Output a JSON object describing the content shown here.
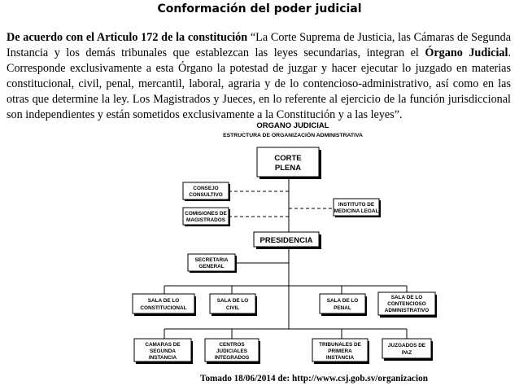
{
  "page": {
    "title": "Conformación del poder judicial",
    "paragraph": {
      "lead_bold": "De acuerdo con el Articulo 172 de la constitución",
      "text_1": " “La Corte Suprema de Justicia, las Cámaras de Segunda Instancia y los demás tribunales que establezcan las leyes secundarias, integran el ",
      "organo_bold": "Órgano Judicial",
      "text_2": ". Corresponde exclusivamente a esta Órgano la potestad de juzgar y hacer ejecutar lo juzgado en materias constitucional, civil, penal, mercantil, laboral, agraria y de lo contencioso-administrativo, así como en las otras que determine la ley. Los Magistrados y Jueces, en lo referente al ejercicio de la función jurisdiccional son independientes y están sometidos exclusivamente a la Constitución y a las leyes”."
    }
  },
  "org_chart": {
    "heading": "ORGANO JUDICIAL",
    "subheading": "ESTRUCTURA DE ORGANIZACIÓN ADMINISTRATIVA",
    "corte_l1": "CORTE",
    "corte_l2": "PLENA",
    "consejo_l1": "CONSEJO",
    "consejo_l2": "CONSULTIVO",
    "comisiones_l1": "COMISIONES DE",
    "comisiones_l2": "MAGISTRADOS",
    "instituto_l1": "INSTITUTO DE",
    "instituto_l2": "MEDICINA LEGAL",
    "presidencia": "PRESIDENCIA",
    "secretaria_l1": "SECRETARIA",
    "secretaria_l2": "GENERAL",
    "sala_const_l1": "SALA DE LO",
    "sala_const_l2": "CONSTITUCIONAL",
    "sala_civil_l1": "SALA DE LO",
    "sala_civil_l2": "CIVIL",
    "sala_penal_l1": "SALA DE LO",
    "sala_penal_l2": "PENAL",
    "sala_cont_l1": "SALA DE LO",
    "sala_cont_l2": "CONTENCIOSO",
    "sala_cont_l3": "ADMINISTRATIVO",
    "camaras_l1": "CAMARAS DE",
    "camaras_l2": "SEGUNDA",
    "camaras_l3": "INSTANCIA",
    "centros_l1": "CENTROS",
    "centros_l2": "JUDICIALES",
    "centros_l3": "INTEGRADOS",
    "tribunales_l1": "TRIBUNALES DE",
    "tribunales_l2": "PRIMERA",
    "tribunales_l3": "INSTANCIA",
    "juzgados_l1": "JUZGADOS DE",
    "juzgados_l2": "PAZ",
    "source": "Tomado 18/06/2014 de: http://www.csj.gob.sv/organizacion"
  }
}
